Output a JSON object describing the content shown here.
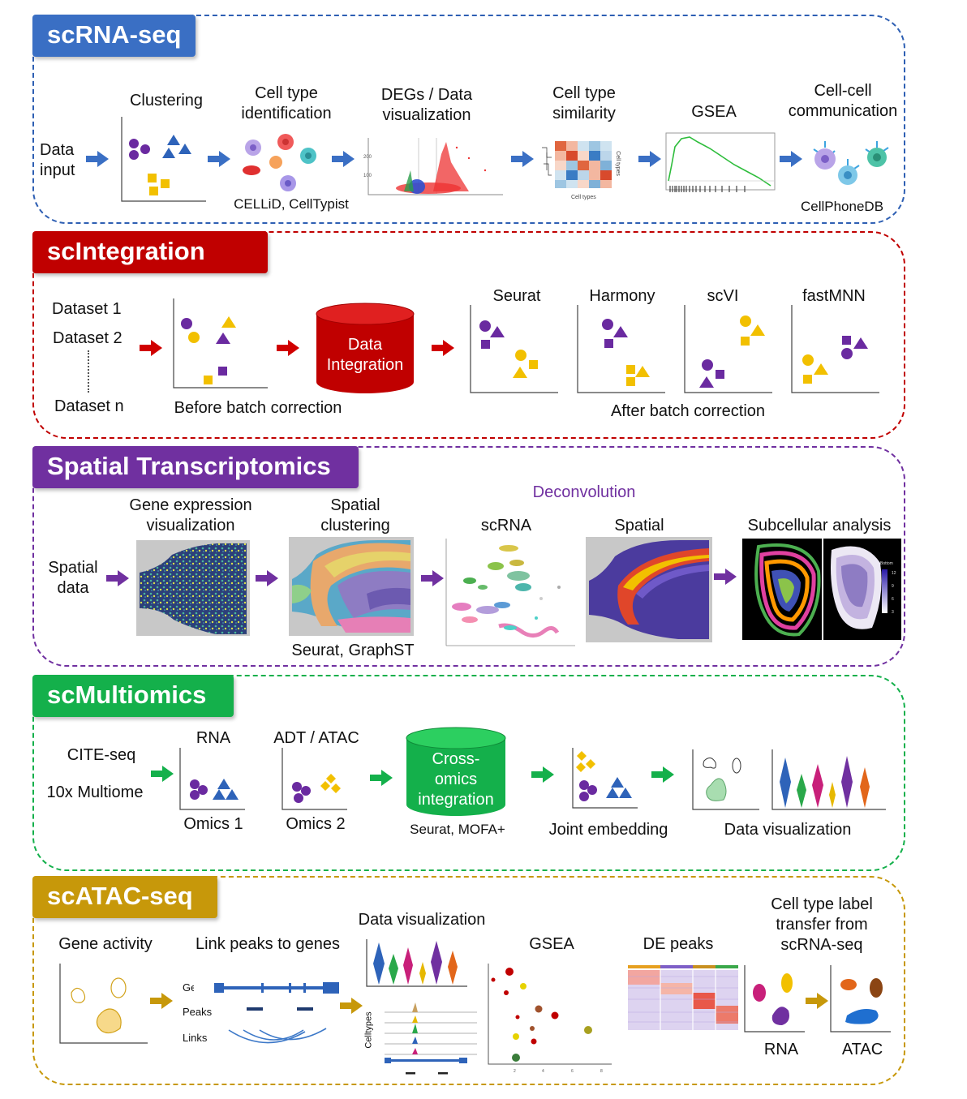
{
  "colors": {
    "scrna": "#2e5fb3",
    "scint": "#c00000",
    "spatial": "#7030a0",
    "multi": "#14b04b",
    "atac": "#c7980a",
    "purple": "#6a2aa0",
    "yellow": "#f2c000",
    "blue": "#2e63b9"
  },
  "scrna": {
    "title": "scRNA-seq",
    "data_input": "Data\ninput",
    "steps": [
      "Clustering",
      "Cell type\nidentification",
      "DEGs / Data\nvisualization",
      "Cell type\nsimilarity",
      "GSEA",
      "Cell-cell\ncommunication"
    ],
    "tool_celltype": "CELLiD, CellTypist",
    "tool_comm": "CellPhoneDB",
    "heatmap_ylabel": "Cell types",
    "heatmap_xlabel": "Cell types"
  },
  "scint": {
    "title": "scIntegration",
    "datasets": [
      "Dataset 1",
      "Dataset 2",
      "Dataset n"
    ],
    "before": "Before batch correction",
    "cylinder": "Data\nIntegration",
    "methods": [
      "Seurat",
      "Harmony",
      "scVI",
      "fastMNN"
    ],
    "after": "After batch correction"
  },
  "spatial": {
    "title": "Spatial Transcriptomics",
    "input": "Spatial\ndata",
    "gene_expr": "Gene expression\nvisualization",
    "clustering": "Spatial\nclustering",
    "tools": "Seurat, GraphST",
    "deconvolution": "Deconvolution",
    "scrna": "scRNA",
    "spatial": "Spatial",
    "subcellular": "Subcellular analysis",
    "legend_title": "Bottom"
  },
  "multi": {
    "title": "scMultiomics",
    "inputs": [
      "CITE-seq",
      "10x Multiome"
    ],
    "rna": "RNA",
    "adt": "ADT / ATAC",
    "omics1": "Omics 1",
    "omics2": "Omics 2",
    "cylinder": "Cross-\nomics\nintegration",
    "tools": "Seurat, MOFA+",
    "joint": "Joint embedding",
    "dataviz": "Data visualization"
  },
  "atac": {
    "title": "scATAC-seq",
    "gene_activity": "Gene activity",
    "link": "Link peaks to genes",
    "track_labels": [
      "Gene",
      "Peaks",
      "Links"
    ],
    "dataviz": "Data visualization",
    "celltypes": "Celltypes",
    "gsea": "GSEA",
    "de_peaks": "DE peaks",
    "transfer": "Cell type label\ntransfer from\nscRNA-seq",
    "rna": "RNA",
    "atac": "ATAC"
  }
}
